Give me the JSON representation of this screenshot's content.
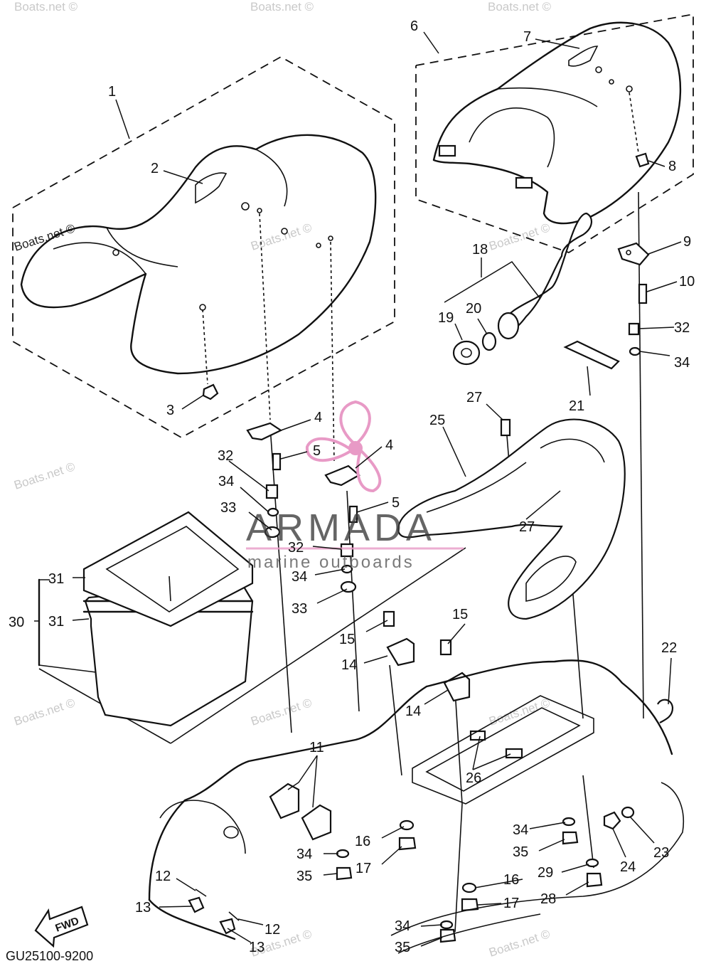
{
  "diagram_code": "GU25100-9200",
  "fwd_label": "FWD",
  "logo": {
    "brand": "ARMADA",
    "tagline": "marine outboards",
    "accent": "#e89ac6"
  },
  "watermark_text": "Boats.net ©",
  "callouts": [
    {
      "id": "c1",
      "label": "1"
    },
    {
      "id": "c2",
      "label": "2"
    },
    {
      "id": "c3",
      "label": "3"
    },
    {
      "id": "c4a",
      "label": "4"
    },
    {
      "id": "c4b",
      "label": "4"
    },
    {
      "id": "c5a",
      "label": "5"
    },
    {
      "id": "c5b",
      "label": "5"
    },
    {
      "id": "c6",
      "label": "6"
    },
    {
      "id": "c7",
      "label": "7"
    },
    {
      "id": "c8",
      "label": "8"
    },
    {
      "id": "c9",
      "label": "9"
    },
    {
      "id": "c10",
      "label": "10"
    },
    {
      "id": "c11",
      "label": "11"
    },
    {
      "id": "c12a",
      "label": "12"
    },
    {
      "id": "c12b",
      "label": "12"
    },
    {
      "id": "c13a",
      "label": "13"
    },
    {
      "id": "c13b",
      "label": "13"
    },
    {
      "id": "c14a",
      "label": "14"
    },
    {
      "id": "c14b",
      "label": "14"
    },
    {
      "id": "c15a",
      "label": "15"
    },
    {
      "id": "c15b",
      "label": "15"
    },
    {
      "id": "c16a",
      "label": "16"
    },
    {
      "id": "c16b",
      "label": "16"
    },
    {
      "id": "c17a",
      "label": "17"
    },
    {
      "id": "c17b",
      "label": "17"
    },
    {
      "id": "c18",
      "label": "18"
    },
    {
      "id": "c19",
      "label": "19"
    },
    {
      "id": "c20",
      "label": "20"
    },
    {
      "id": "c21",
      "label": "21"
    },
    {
      "id": "c22",
      "label": "22"
    },
    {
      "id": "c23",
      "label": "23"
    },
    {
      "id": "c24",
      "label": "24"
    },
    {
      "id": "c25",
      "label": "25"
    },
    {
      "id": "c26",
      "label": "26"
    },
    {
      "id": "c27a",
      "label": "27"
    },
    {
      "id": "c27b",
      "label": "27"
    },
    {
      "id": "c28",
      "label": "28"
    },
    {
      "id": "c29",
      "label": "29"
    },
    {
      "id": "c30",
      "label": "30"
    },
    {
      "id": "c31a",
      "label": "31"
    },
    {
      "id": "c31b",
      "label": "31"
    },
    {
      "id": "c32a",
      "label": "32"
    },
    {
      "id": "c32b",
      "label": "32"
    },
    {
      "id": "c32c",
      "label": "32"
    },
    {
      "id": "c33a",
      "label": "33"
    },
    {
      "id": "c33b",
      "label": "33"
    },
    {
      "id": "c34a",
      "label": "34"
    },
    {
      "id": "c34b",
      "label": "34"
    },
    {
      "id": "c34c",
      "label": "34"
    },
    {
      "id": "c34d",
      "label": "34"
    },
    {
      "id": "c34e",
      "label": "34"
    },
    {
      "id": "c34f",
      "label": "34"
    },
    {
      "id": "c35a",
      "label": "35"
    },
    {
      "id": "c35b",
      "label": "35"
    },
    {
      "id": "c35c",
      "label": "35"
    }
  ]
}
